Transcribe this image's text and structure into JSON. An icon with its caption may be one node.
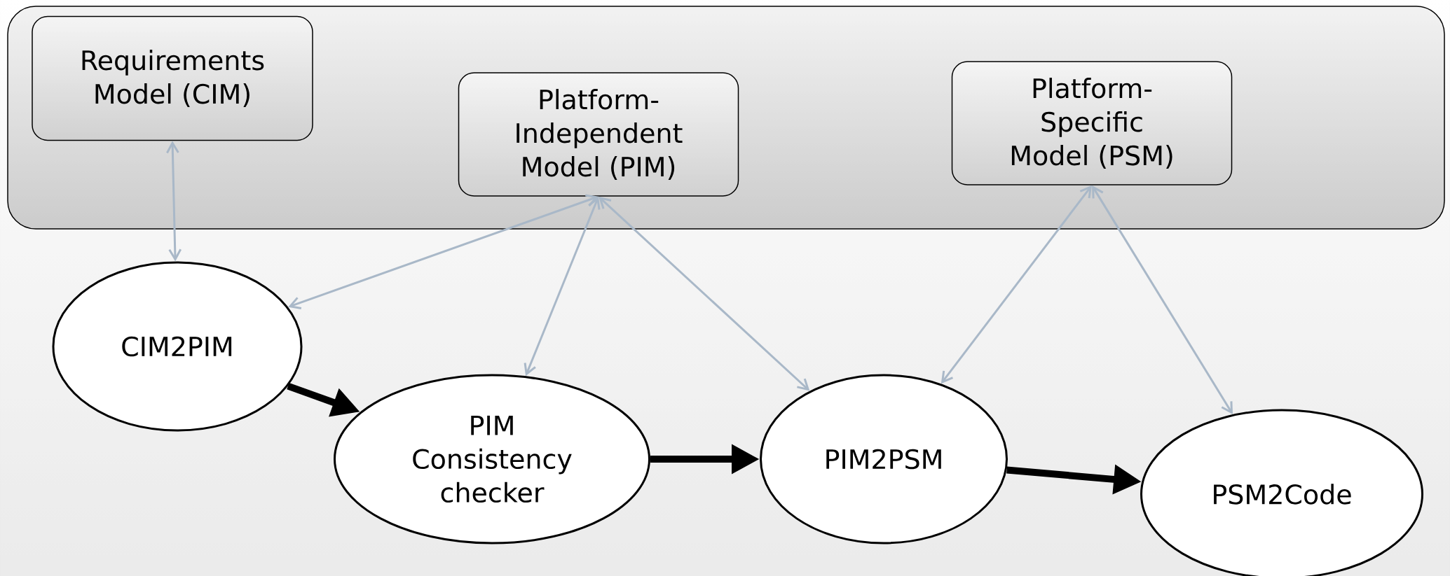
{
  "diagram": {
    "nodes": [
      {
        "text": [],
        "shape": "box"
      },
      {
        "text": [
          "Requirements Model (CIM)"
        ],
        "in": 0
      },
      {
        "text": [
          "Platform-Independent Model (PIM)"
        ],
        "in": 0
      },
      {
        "text": [
          "Platform-Specific Model (PSM)"
        ],
        "in": 0
      },
      {
        "text": [
          "CIM2PIM"
        ]
      },
      {
        "text": [
          "PIM Consistency checker"
        ]
      },
      {
        "text": [
          "PIM2PSM"
        ]
      },
      {
        "text": [
          "PSM2Code"
        ]
      }
    ],
    "edges": [
      {
        "from": 1,
        "to": 4,
        "arrow": "both"
      },
      {
        "from": 2,
        "to": 4,
        "arrow": "both"
      },
      {
        "from": 2,
        "to": 5,
        "arrow": "both"
      },
      {
        "from": 2,
        "to": 6,
        "arrow": "both"
      },
      {
        "from": 3,
        "to": 6,
        "arrow": "both"
      },
      {
        "from": 3,
        "to": 7,
        "arrow": "both"
      },
      {
        "from": 4,
        "to": 5,
        "arrow": "to",
        "style": "thick",
        "color": "#000000"
      },
      {
        "from": 5,
        "to": 6,
        "arrow": "to",
        "style": "thick",
        "color": "#000000"
      },
      {
        "from": 6,
        "to": 7,
        "arrow": "to",
        "style": "thick",
        "color": "#000000"
      }
    ]
  }
}
